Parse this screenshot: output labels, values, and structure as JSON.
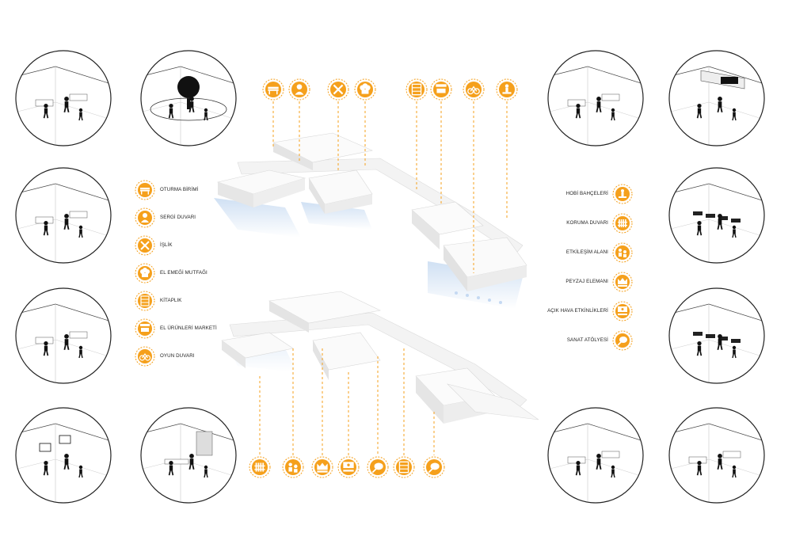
{
  "accent_color": "#f5a01c",
  "legend_left": [
    {
      "label": "OTURMA BİRİMİ",
      "icon": "bench-icon"
    },
    {
      "label": "SERGİ DUVARI",
      "icon": "bust-icon"
    },
    {
      "label": "İŞLİK",
      "icon": "tools-icon"
    },
    {
      "label": "EL EMEĞİ MUTFAĞI",
      "icon": "chef-hat-icon"
    },
    {
      "label": "KİTAPLIK",
      "icon": "bookshelf-icon"
    },
    {
      "label": "EL ÜRÜNLERİ MARKETİ",
      "icon": "market-stall-icon"
    },
    {
      "label": "OYUN DUVARI",
      "icon": "bicycle-icon"
    }
  ],
  "legend_right": [
    {
      "label": "HOBİ BAHÇELERİ",
      "icon": "gardener-icon"
    },
    {
      "label": "KORUMA DUVARI",
      "icon": "fence-icon"
    },
    {
      "label": "ETKİLEŞİM ALANI",
      "icon": "people-interaction-icon"
    },
    {
      "label": "PEYZAJ ELEMANI",
      "icon": "crown-plant-icon"
    },
    {
      "label": "AÇIK HAVA ETKİNLİKLERİ",
      "icon": "screen-audience-icon"
    },
    {
      "label": "SANAT ATÖLYESİ",
      "icon": "palette-brush-icon"
    }
  ],
  "top_icons": [
    "bench-icon",
    "bust-icon",
    "tools-icon",
    "chef-hat-icon",
    "bookshelf-icon",
    "market-stall-icon",
    "bicycle-icon",
    "gardener-icon"
  ],
  "bottom_icons": [
    "fence-icon",
    "people-interaction-icon",
    "crown-plant-icon",
    "screen-audience-icon",
    "palette-brush-icon",
    "bookshelf-icon",
    "palette-brush-icon"
  ],
  "scenes": [
    {
      "name": "scene-seating",
      "icon": "seated-people-icon"
    },
    {
      "name": "scene-tree-park",
      "icon": "tree-icon"
    },
    {
      "name": "scene-play-wall",
      "icon": "climbing-wall-icon"
    },
    {
      "name": "scene-workshop",
      "icon": "workbench-icon"
    },
    {
      "name": "scene-exhibition",
      "icon": "gallery-icon"
    },
    {
      "name": "scene-library",
      "icon": "bookshelf-icon"
    },
    {
      "name": "scene-interaction",
      "icon": "people-interaction-icon"
    },
    {
      "name": "scene-outdoor-screen",
      "icon": "screen-audience-icon"
    },
    {
      "name": "scene-hobby-garden",
      "icon": "gardener-icon"
    },
    {
      "name": "scene-landscape",
      "icon": "crown-plant-icon"
    },
    {
      "name": "scene-market",
      "icon": "market-stall-icon"
    },
    {
      "name": "scene-art-workshop",
      "icon": "palette-brush-icon"
    }
  ]
}
